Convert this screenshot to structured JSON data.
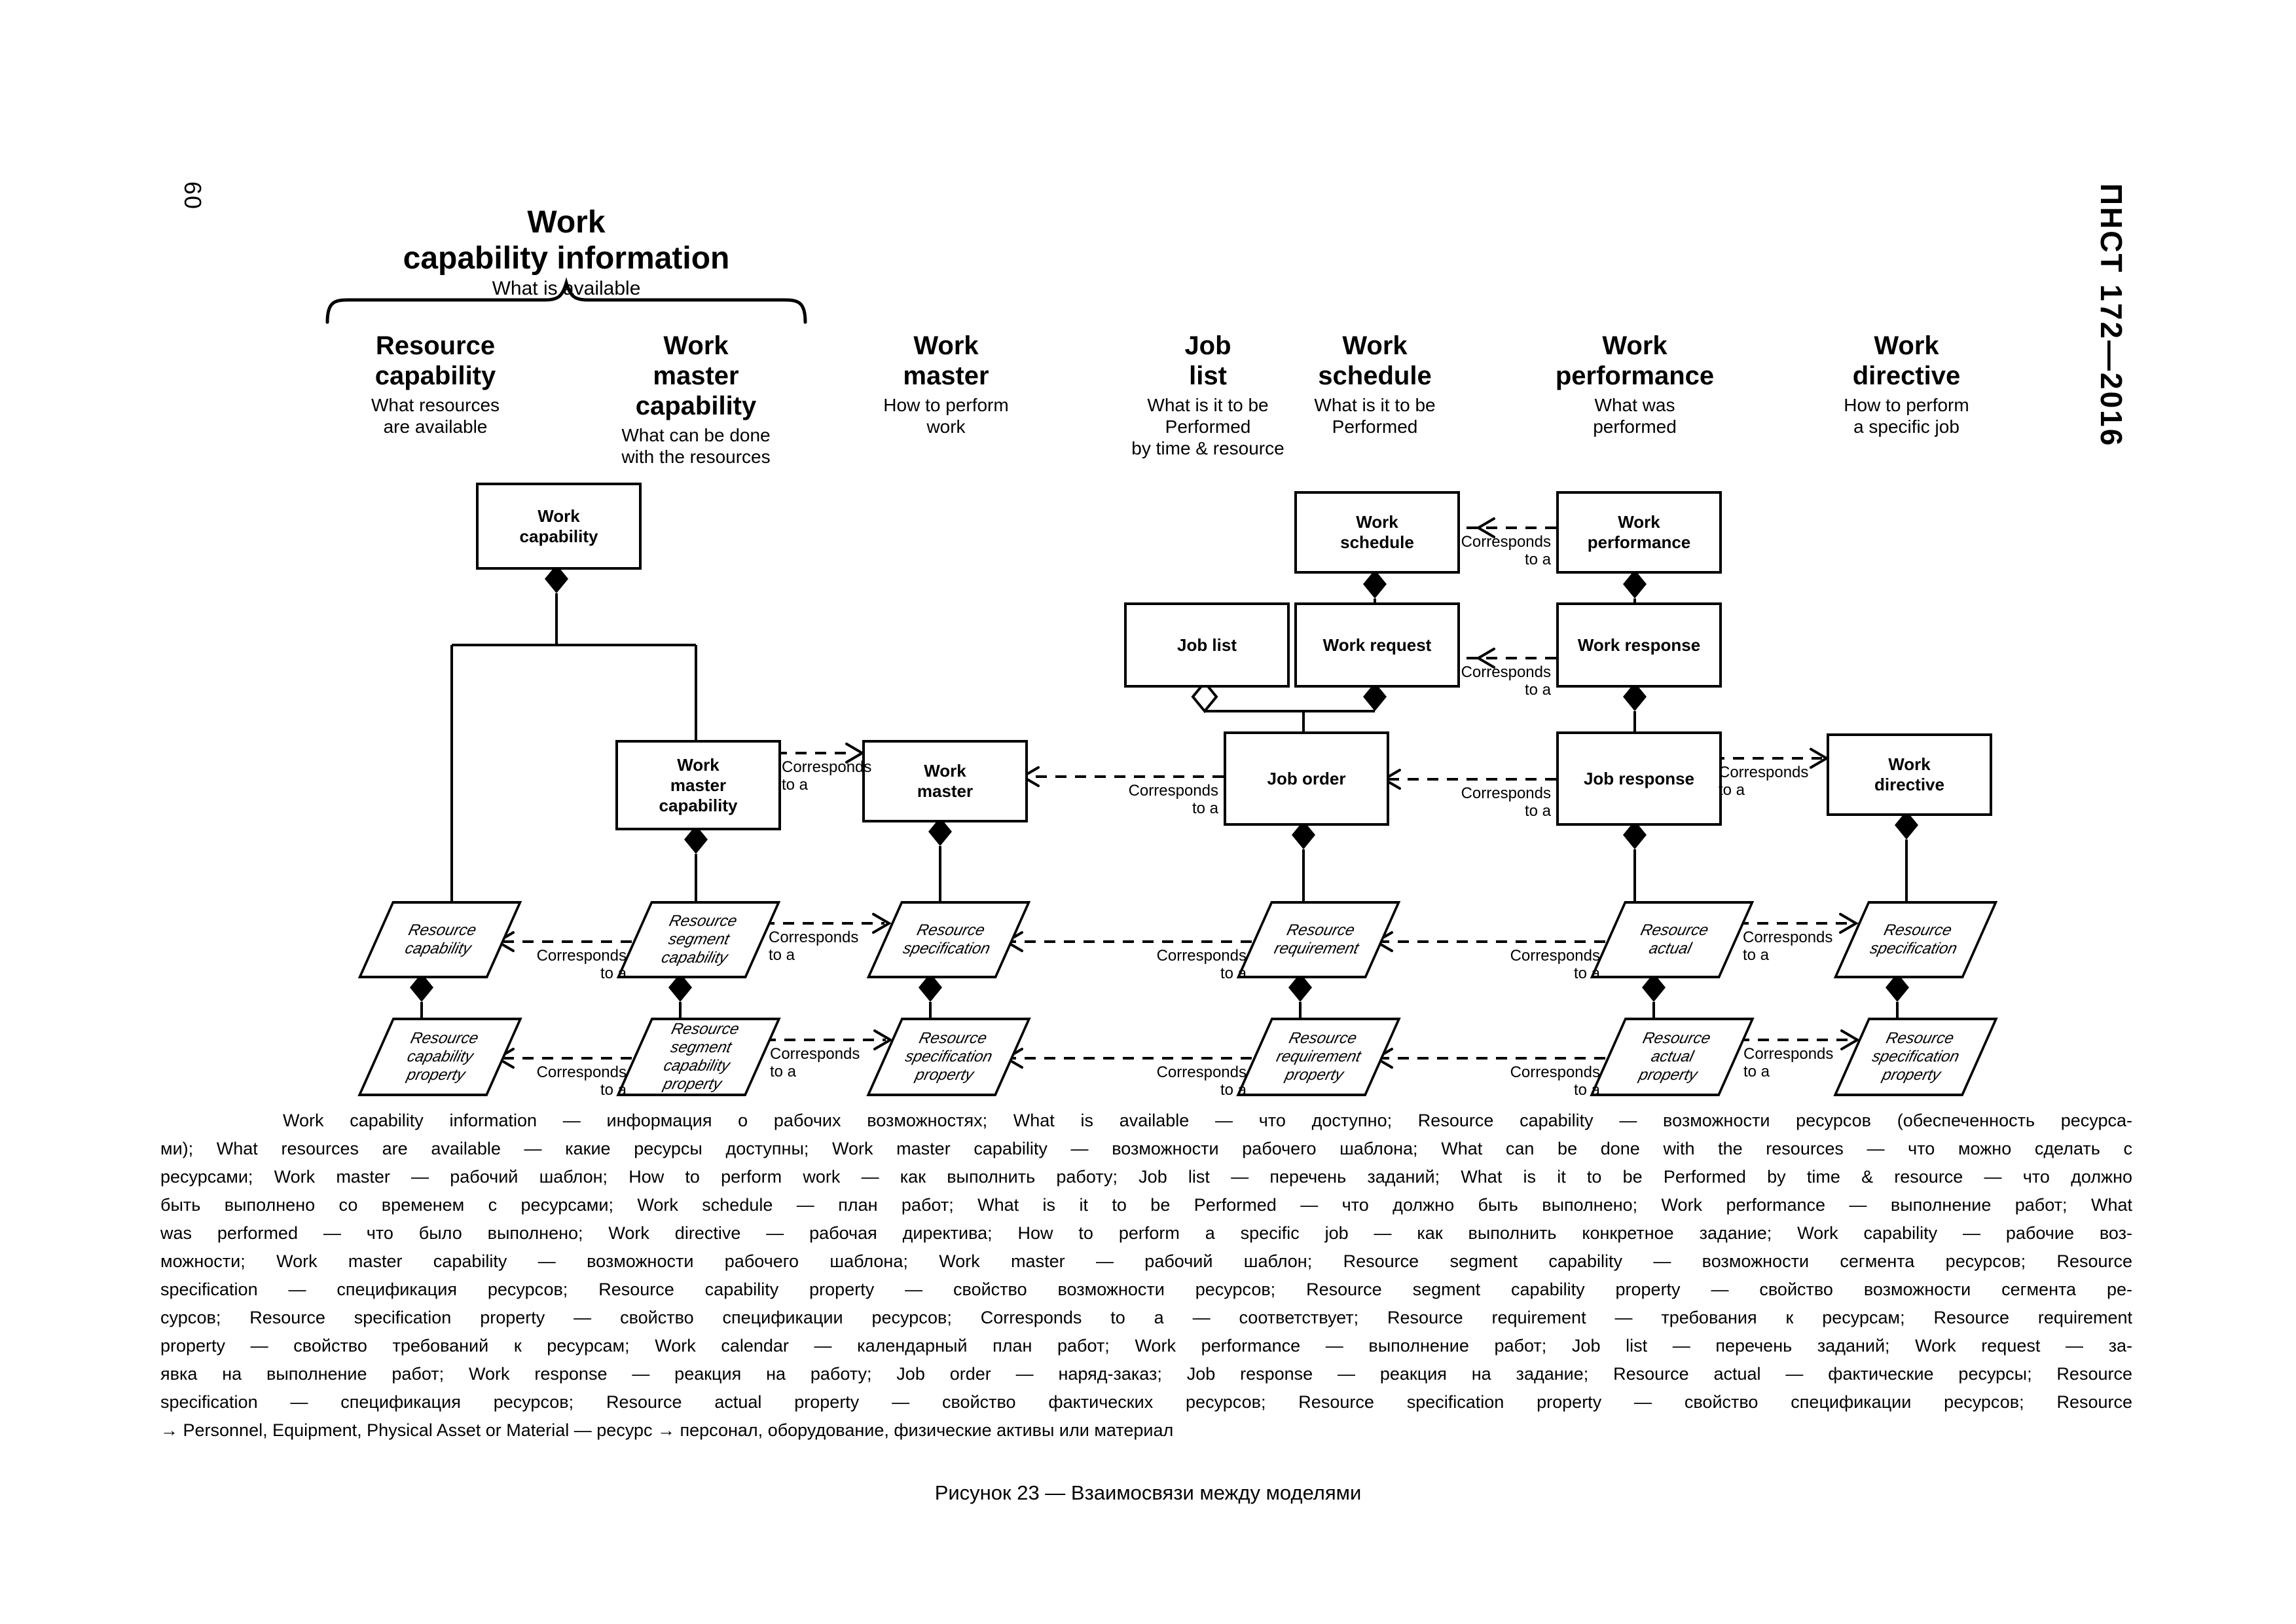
{
  "page": {
    "number": "60",
    "standard_code": "ПНСТ 172—2016"
  },
  "figure": {
    "brace_group": {
      "title": "Work\ncapability information",
      "subtitle": "What is available"
    },
    "columns": [
      {
        "title": "Resource\ncapability",
        "subtitle": "What resources\nare available"
      },
      {
        "title": "Work\nmaster\ncapability",
        "subtitle": "What can be done\nwith the resources"
      },
      {
        "title": "Work\nmaster",
        "subtitle": "How to perform\nwork"
      },
      {
        "title": "Job\nlist",
        "subtitle": "What is it to be\nPerformed\nby time & resource"
      },
      {
        "title": "Work\nschedule",
        "subtitle": "What is it to be\nPerformed"
      },
      {
        "title": "Work\nperformance",
        "subtitle": "What was\nperformed"
      },
      {
        "title": "Work\ndirective",
        "subtitle": "How to perform\na specific job"
      }
    ],
    "nodes": [
      {
        "id": "work-capability",
        "label": "Work\ncapability"
      },
      {
        "id": "work-schedule",
        "label": "Work\nschedule"
      },
      {
        "id": "work-performance",
        "label": "Work\nperformance"
      },
      {
        "id": "job-list",
        "label": "Job list"
      },
      {
        "id": "work-request",
        "label": "Work request"
      },
      {
        "id": "work-response",
        "label": "Work response"
      },
      {
        "id": "work-master-capability",
        "label": "Work\nmaster\ncapability"
      },
      {
        "id": "work-master",
        "label": "Work\nmaster"
      },
      {
        "id": "job-order",
        "label": "Job order"
      },
      {
        "id": "job-response",
        "label": "Job response"
      },
      {
        "id": "work-directive",
        "label": "Work\ndirective"
      }
    ],
    "resources": [
      "Resource\ncapability",
      "Resource\nsegment\ncapability",
      "Resource\nspecification",
      "Resource\nrequirement",
      "Resource\nactual",
      "Resource\nspecification",
      "Resource\ncapability\nproperty",
      "Resource\nsegment\ncapability\nproperty",
      "Resource\nspecification\nproperty",
      "Resource\nrequirement\nproperty",
      "Resource\nactual\nproperty",
      "Resource\nspecification\nproperty"
    ],
    "corresponds_label": "Corresponds\nto a"
  },
  "legend": {
    "lines": [
      "Work capability information — информация о рабочих возможностях; What is available — что доступно; Resource capability — возможности ресурсов (обеспеченность ресурса-",
      "ми); What resources are available — какие ресурсы доступны; Work master capability — возможности рабочего шаблона; What can be done with the resources — что можно сделать с",
      "ресурсами; Work master — рабочий шаблон; How to perform work — как выполнить работу; Job list — перечень заданий; What is it to be Performed by time & resource — что должно",
      "быть выполнено со временем с ресурсами; Work schedule — план работ; What is it to be Performed — что должно быть выполнено; Work performance — выполнение работ; What",
      "was performed — что было выполнено; Work directive — рабочая директива; How to perform a specific job — как выполнить конкретное задание; Work capability — рабочие воз-",
      "можности; Work master capability — возможности рабочего шаблона; Work master — рабочий шаблон; Resource segment capability — возможности сегмента ресурсов; Resource",
      "specification — спецификация ресурсов; Resource capability property — свойство возможности ресурсов; Resource segment capability property — свойство возможности сегмента ре-",
      "сурсов; Resource specification property — свойство спецификации ресурсов; Corresponds to a — соответствует; Resource requirement — требования к ресурсам; Resource requirement",
      "property — свойство требований к ресурсам; Work calendar — календарный план работ; Work performance — выполнение работ; Job list — перечень заданий; Work request — за-",
      "явка на выполнение работ; Work response — реакция на работу; Job order — наряд-заказ; Job response — реакция на задание; Resource actual — фактические ресурсы; Resource",
      "specification — спецификация ресурсов; Resource actual property — свойство фактических ресурсов; Resource specification property — свойство спецификации ресурсов; Resource",
      "→ Personnel, Equipment, Physical Asset or Material — ресурс → персонал, оборудование, физические активы или материал"
    ]
  },
  "caption": "Рисунок 23 — Взаимосвязи между моделями"
}
